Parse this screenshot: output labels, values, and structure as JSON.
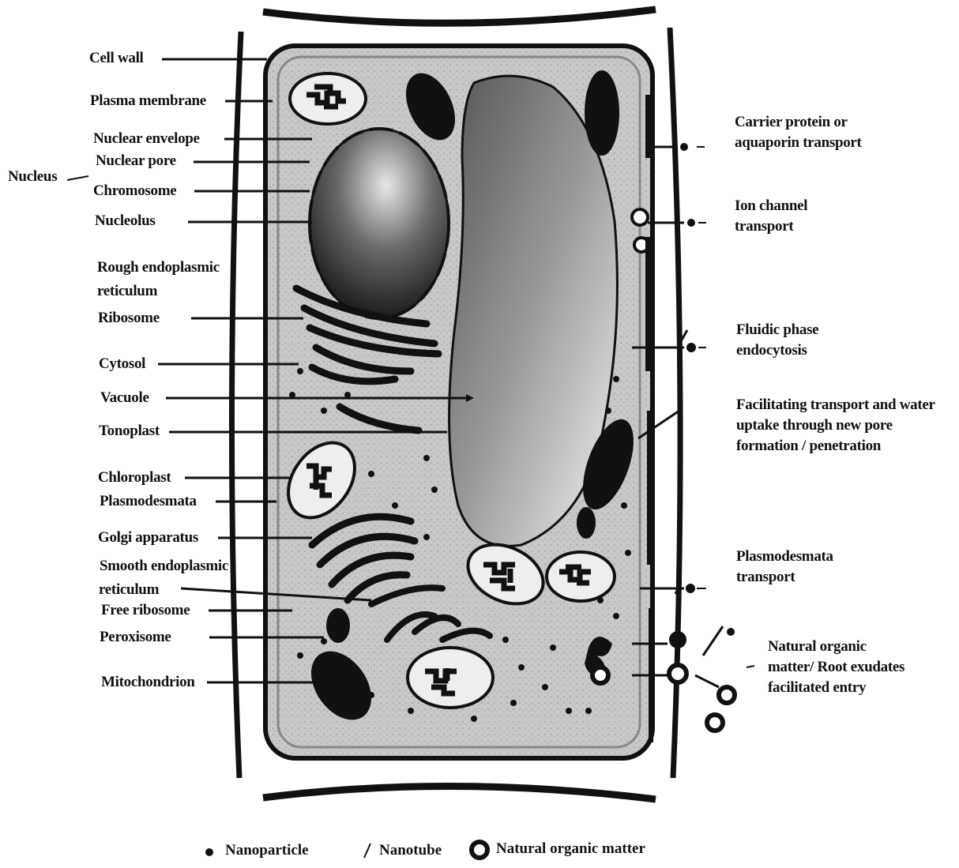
{
  "labels_left": {
    "cell_wall": "Cell wall",
    "plasma_membrane": "Plasma membrane",
    "nuclear_envelope": "Nuclear envelope",
    "nuclear_pore": "Nuclear pore",
    "nucleus": "Nucleus",
    "chromosome": "Chromosome",
    "nucleolus": "Nucleolus",
    "rough_er_1": "Rough endoplasmic",
    "rough_er_2": "reticulum",
    "ribosome": "Ribosome",
    "cytosol": "Cytosol",
    "vacuole": "Vacuole",
    "tonoplast": "Tonoplast",
    "chloroplast": "Chloroplast",
    "plasmodesmata": "Plasmodesmata",
    "golgi": "Golgi apparatus",
    "smooth_er_1": "Smooth endoplasmic",
    "smooth_er_2": "reticulum",
    "free_ribosome": "Free ribosome",
    "peroxisome": "Peroxisome",
    "mitochondrion": "Mitochondrion"
  },
  "labels_right": {
    "carrier": [
      "Carrier protein or",
      "aquaporin transport"
    ],
    "ion_channel": [
      "Ion channel",
      "transport"
    ],
    "fluidic": [
      "Fluidic phase",
      "endocytosis"
    ],
    "facilitating": [
      "Facilitating transport and water",
      "uptake through new pore",
      "formation / penetration"
    ],
    "plasmodesmata_transport": [
      "Plasmodesmata",
      "transport"
    ],
    "natural_organic": [
      "Natural organic",
      "matter/ Root exudates",
      "facilitated entry"
    ]
  },
  "legend": {
    "nanoparticle": "Nanoparticle",
    "nanotube": "Nanotube",
    "natural_organic_matter": "Natural organic matter"
  }
}
